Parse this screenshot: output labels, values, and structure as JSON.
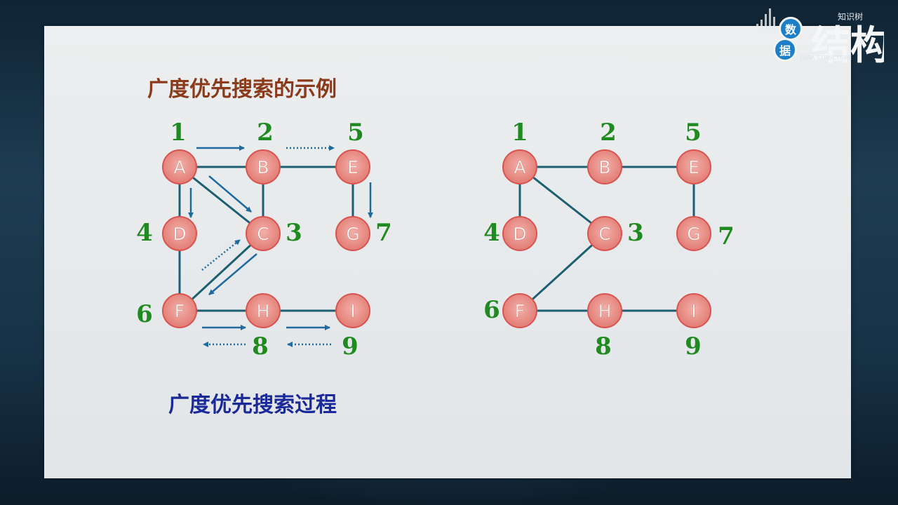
{
  "slide": {
    "title": "广度优先搜索的示例",
    "caption": "广度优先搜索过程"
  },
  "logo": {
    "badge_top": "数",
    "badge_bottom": "据",
    "big_text": "结构",
    "subtitle": "DATA STRUCTURE",
    "tag": "知识树"
  },
  "colors": {
    "title": "#8b3a1a",
    "caption": "#1a2a9a",
    "order_numbers": "#1f8a1f",
    "node_fill": "#e98f88",
    "node_stroke": "#d9534f",
    "node_label": "#ffffff",
    "edge": "#1c5f72",
    "arrow": "#1c6aa0"
  },
  "graph_left": {
    "nodes": [
      {
        "id": "A",
        "order": "1"
      },
      {
        "id": "B",
        "order": "2"
      },
      {
        "id": "E",
        "order": "5"
      },
      {
        "id": "D",
        "order": "4"
      },
      {
        "id": "C",
        "order": "3"
      },
      {
        "id": "G",
        "order": "7"
      },
      {
        "id": "F",
        "order": "6"
      },
      {
        "id": "H",
        "order": "8"
      },
      {
        "id": "I",
        "order": "9"
      }
    ],
    "edges": [
      [
        "A",
        "B"
      ],
      [
        "B",
        "E"
      ],
      [
        "A",
        "D"
      ],
      [
        "A",
        "C"
      ],
      [
        "B",
        "C"
      ],
      [
        "E",
        "G"
      ],
      [
        "D",
        "F"
      ],
      [
        "C",
        "F"
      ],
      [
        "F",
        "H"
      ],
      [
        "H",
        "I"
      ]
    ]
  },
  "graph_right": {
    "nodes": [
      {
        "id": "A",
        "order": "1"
      },
      {
        "id": "B",
        "order": "2"
      },
      {
        "id": "E",
        "order": "5"
      },
      {
        "id": "D",
        "order": "4"
      },
      {
        "id": "C",
        "order": "3"
      },
      {
        "id": "G",
        "order": "7"
      },
      {
        "id": "F",
        "order": "6"
      },
      {
        "id": "H",
        "order": "8"
      },
      {
        "id": "I",
        "order": "9"
      }
    ],
    "edges": [
      [
        "A",
        "B"
      ],
      [
        "B",
        "E"
      ],
      [
        "A",
        "D"
      ],
      [
        "A",
        "C"
      ],
      [
        "E",
        "G"
      ],
      [
        "C",
        "F"
      ],
      [
        "F",
        "H"
      ],
      [
        "H",
        "I"
      ]
    ]
  }
}
